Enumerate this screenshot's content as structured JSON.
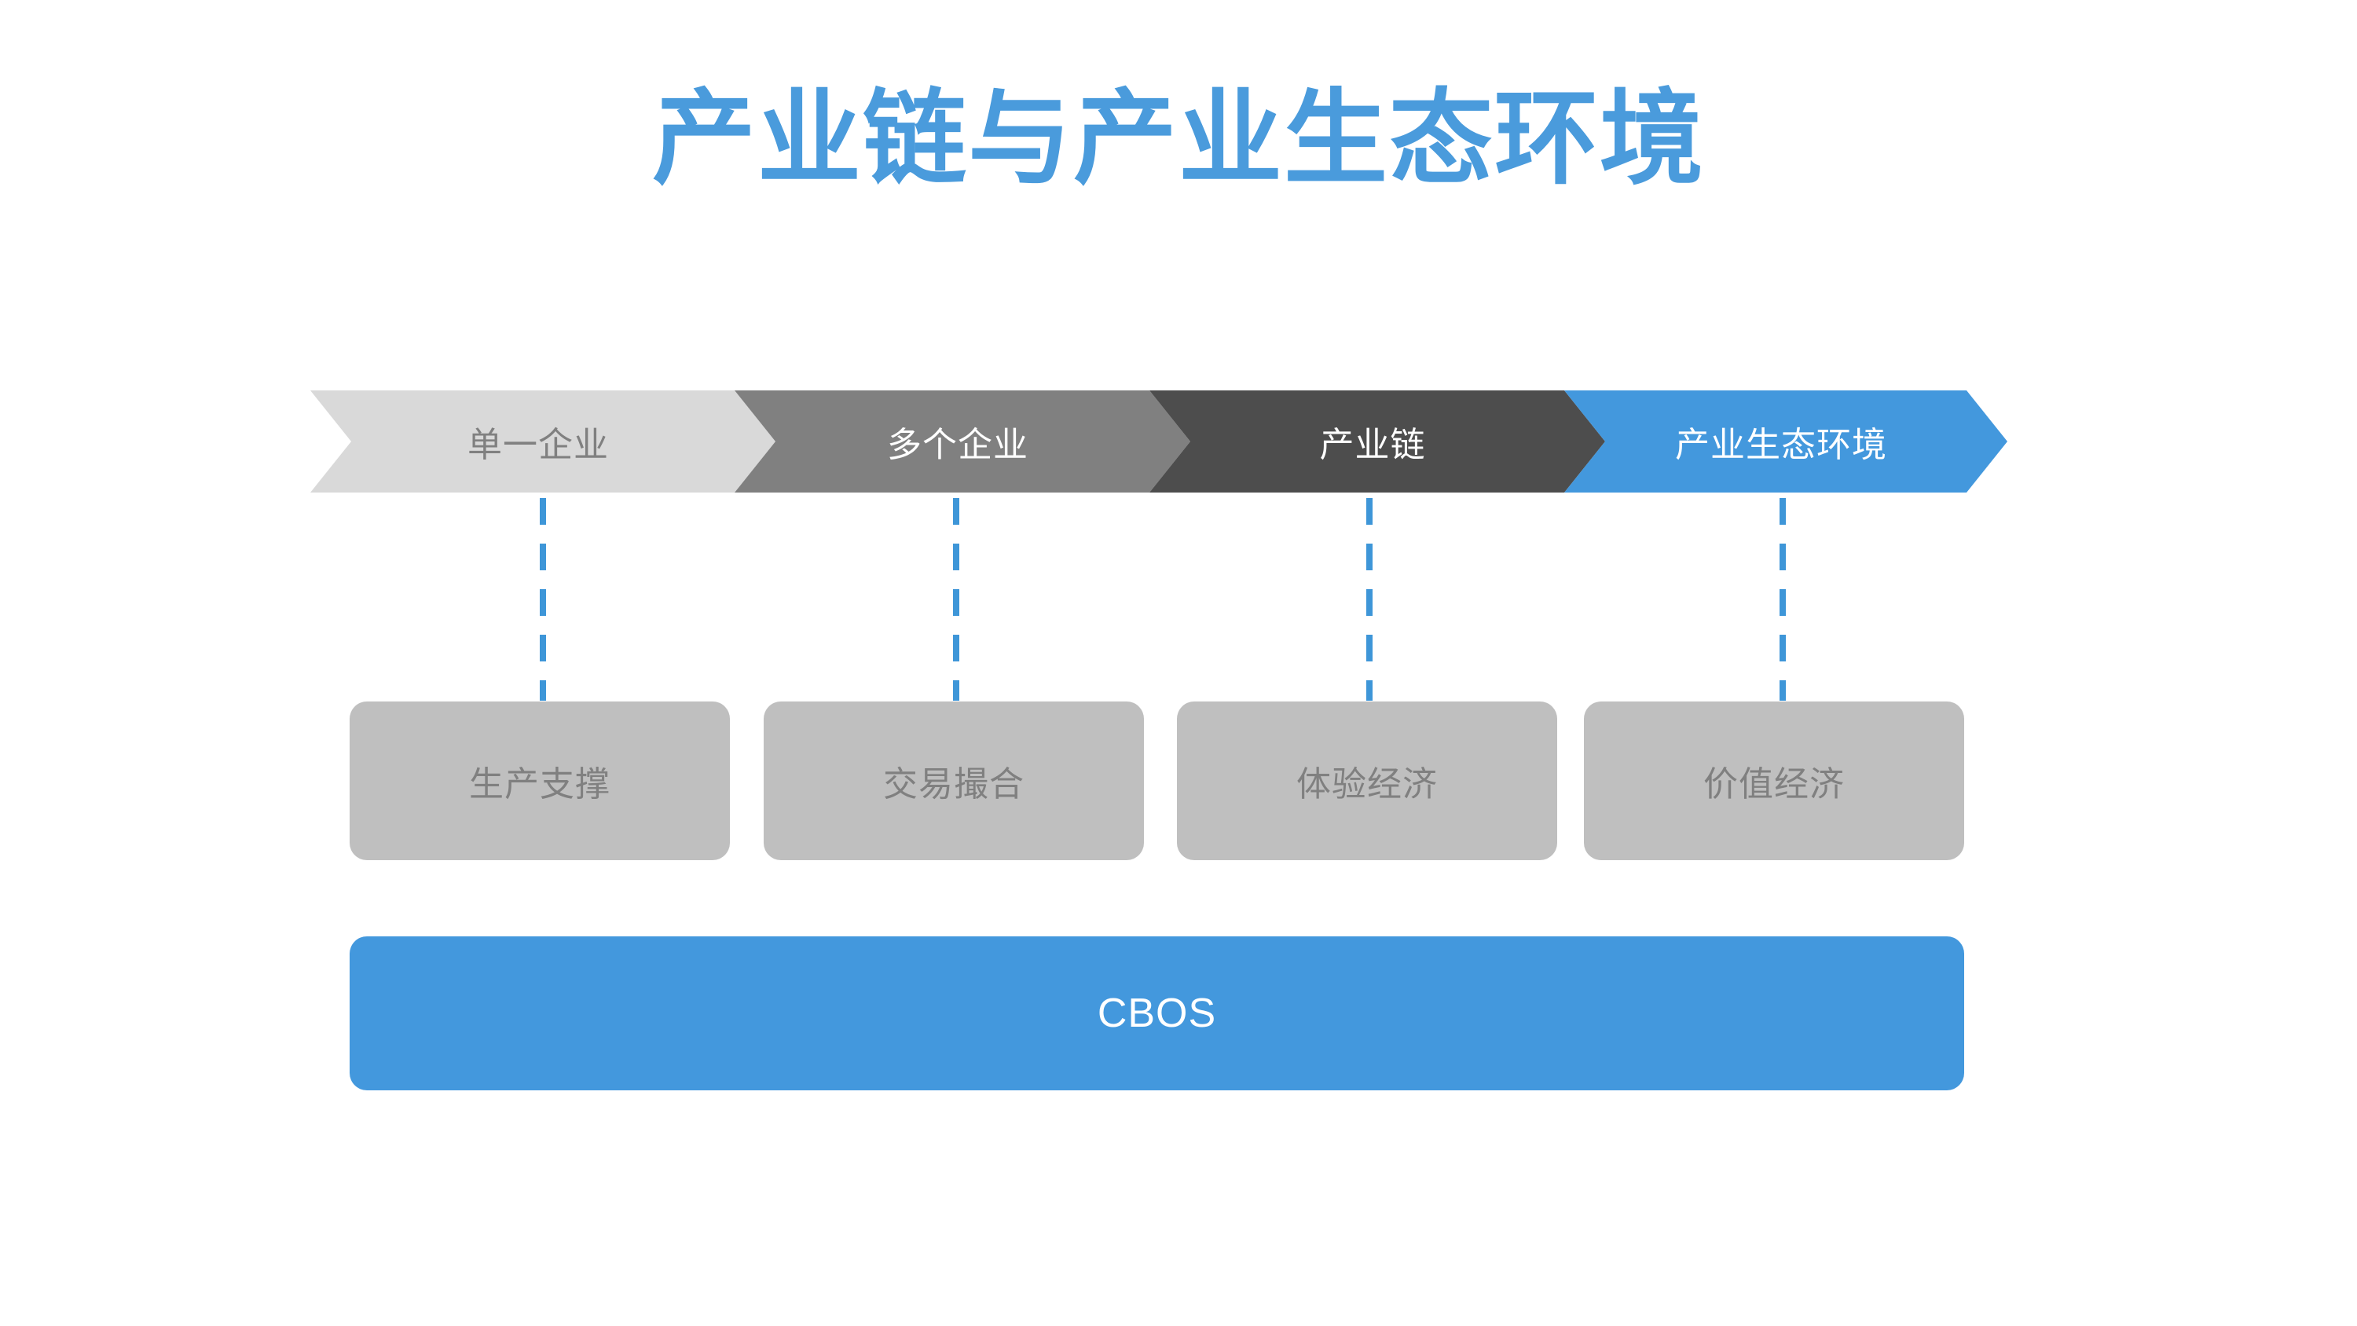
{
  "slide": {
    "title": "产业链与产业生态环境",
    "title_color": "#4A9BDC",
    "background_color": "#FFFFFF"
  },
  "process_row": {
    "name": "chevron-process",
    "steps": [
      {
        "label": "单一企业",
        "fill": "#D9D9D9",
        "text_color": "#808080"
      },
      {
        "label": "多个企业",
        "fill": "#808080",
        "text_color": "#FFFFFF"
      },
      {
        "label": "产业链",
        "fill": "#4D4D4D",
        "text_color": "#FFFFFF"
      },
      {
        "label": "产业生态环境",
        "fill": "#4398DD",
        "text_color": "#FFFFFF"
      }
    ]
  },
  "connectors": {
    "style": "dashed",
    "color": "#3E96D8",
    "count": 4
  },
  "stage_boxes": {
    "fill": "#BFBFBF",
    "text_color": "#808080",
    "items": [
      {
        "label": "生产支撑"
      },
      {
        "label": "交易撮合"
      },
      {
        "label": "体验经济"
      },
      {
        "label": "价值经济"
      }
    ]
  },
  "foundation": {
    "label": "CBOS",
    "fill": "#4398DD",
    "text_color": "#FFFFFF"
  }
}
